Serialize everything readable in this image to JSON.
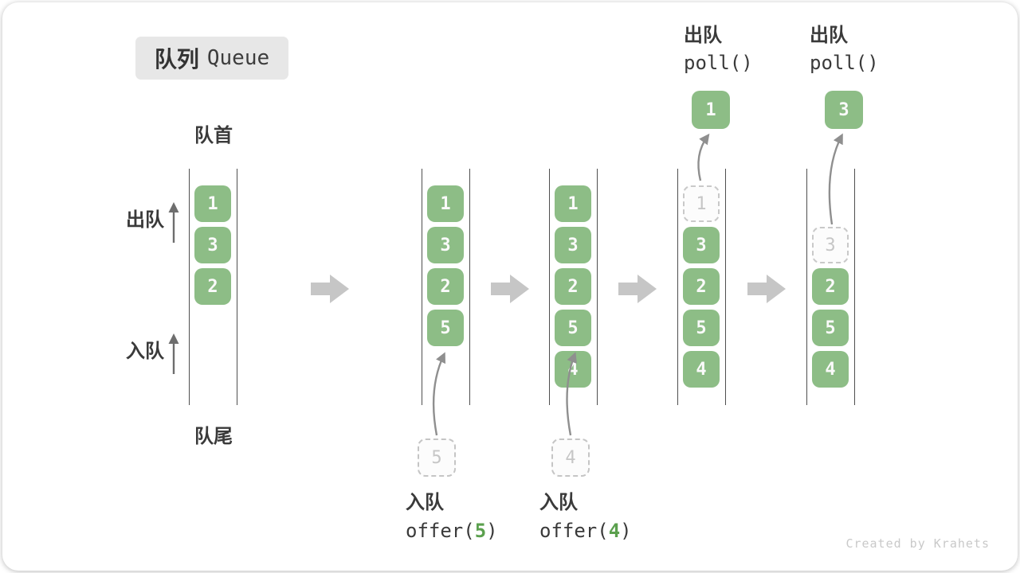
{
  "title": {
    "zh": "队列",
    "en": "Queue"
  },
  "side_labels": {
    "front": "队首",
    "rear": "队尾",
    "dequeue": "出队",
    "enqueue": "入队"
  },
  "colors": {
    "box_green": "#8dbd86",
    "code_arg_green": "#5ba04e",
    "block_arrow_gray": "#c6c6c6",
    "dashed_gray": "#c9c9c9"
  },
  "queues": [
    {
      "cells": [
        {
          "value": "1",
          "style": "green"
        },
        {
          "value": "3",
          "style": "green"
        },
        {
          "value": "2",
          "style": "green"
        }
      ]
    },
    {
      "cells": [
        {
          "value": "1",
          "style": "green"
        },
        {
          "value": "3",
          "style": "green"
        },
        {
          "value": "2",
          "style": "green"
        },
        {
          "value": "5",
          "style": "green"
        }
      ]
    },
    {
      "cells": [
        {
          "value": "1",
          "style": "green"
        },
        {
          "value": "3",
          "style": "green"
        },
        {
          "value": "2",
          "style": "green"
        },
        {
          "value": "5",
          "style": "green"
        },
        {
          "value": "4",
          "style": "green"
        }
      ]
    },
    {
      "cells": [
        {
          "value": "1",
          "style": "dashed"
        },
        {
          "value": "3",
          "style": "green"
        },
        {
          "value": "2",
          "style": "green"
        },
        {
          "value": "5",
          "style": "green"
        },
        {
          "value": "4",
          "style": "green"
        }
      ]
    },
    {
      "cells": [
        {
          "value": "3",
          "style": "dashed"
        },
        {
          "value": "2",
          "style": "green"
        },
        {
          "value": "5",
          "style": "green"
        },
        {
          "value": "4",
          "style": "green"
        }
      ]
    }
  ],
  "enqueue_ops": [
    {
      "label": "入队",
      "code_pre": "offer(",
      "arg": "5",
      "code_post": ")",
      "pending_value": "5"
    },
    {
      "label": "入队",
      "code_pre": "offer(",
      "arg": "4",
      "code_post": ")",
      "pending_value": "4"
    }
  ],
  "dequeue_ops": [
    {
      "label": "出队",
      "code": "poll()",
      "popped_value": "1"
    },
    {
      "label": "出队",
      "code": "poll()",
      "popped_value": "3"
    }
  ],
  "watermark": "Created by Krahets"
}
